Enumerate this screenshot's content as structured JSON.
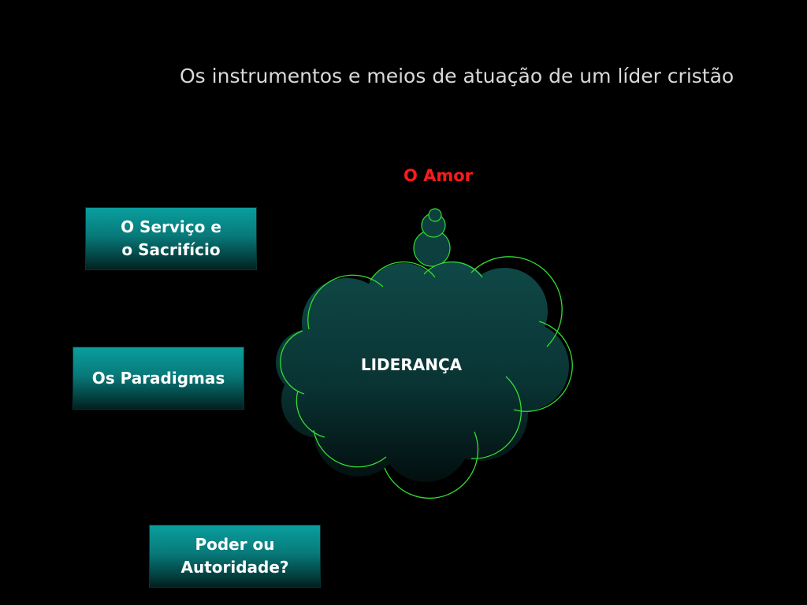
{
  "title": "Os instrumentos e meios de atuação de um líder cristão",
  "cloud_label": "LIDERANÇA",
  "thought_label": "O Amor",
  "boxes": [
    {
      "label": "O Serviço e\no Sacrifício"
    },
    {
      "label": "Os Paradigmas"
    },
    {
      "label": "Poder ou\nAutoridade?"
    }
  ],
  "colors": {
    "background": "#000000",
    "title_text": "#d9d9d9",
    "thought_text": "#ff1a1a",
    "box_fill": "#0a9e9e",
    "cloud_fill": "#0b3a3a",
    "cloud_stroke": "#33dd33"
  }
}
